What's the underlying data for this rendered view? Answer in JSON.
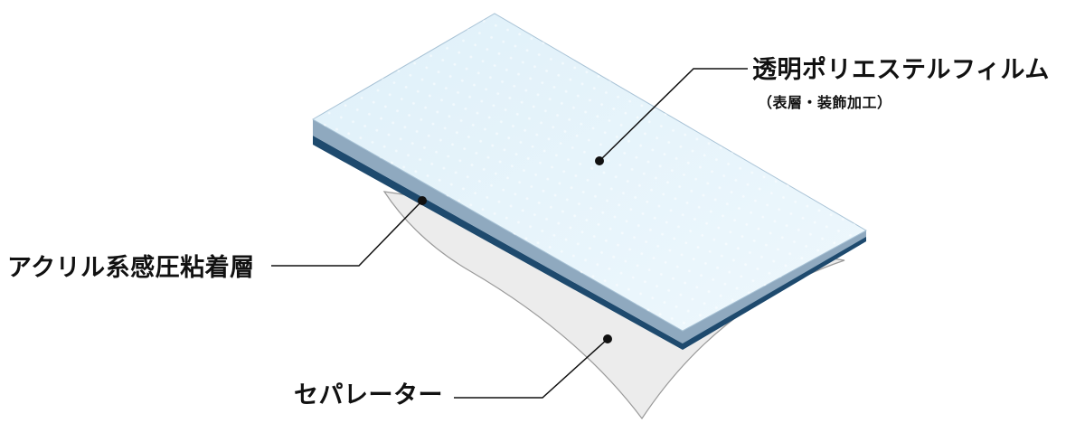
{
  "diagram": {
    "labels": {
      "film": "透明ポリエステルフィルム",
      "film_sub": "（表層・装飾加工）",
      "adhesive": "アクリル系感圧粘着層",
      "separator": "セパレーター"
    },
    "colors": {
      "film_top": "#e6f4fb",
      "film_edge": "#8fa9bf",
      "adhesive_layer": "#1e4a6e",
      "separator": "#ececec",
      "leader_line": "#111111"
    }
  }
}
